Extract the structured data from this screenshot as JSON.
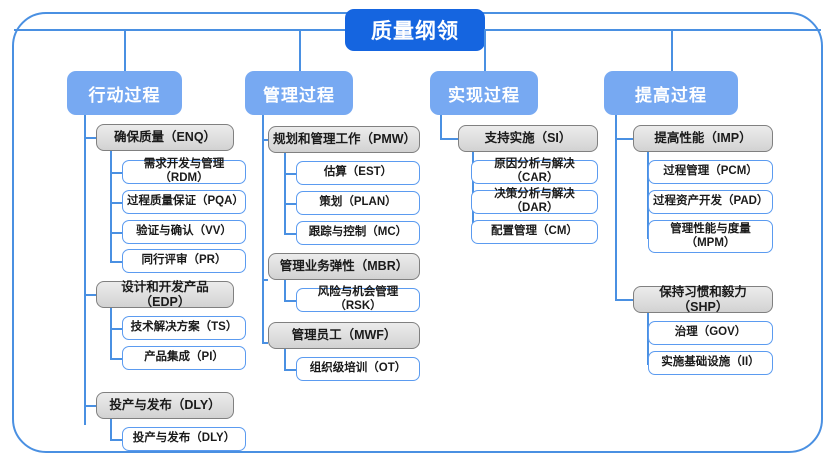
{
  "diagram": {
    "root": {
      "label": "质量纲领"
    },
    "colors": {
      "frame_border": "#4a90e2",
      "root_badge": "#1565e0",
      "column_header": "#77a9f2",
      "parent_fill": "#d2d2d2",
      "parent_border": "#808080",
      "child_border": "#5b9bf0",
      "connector": "#4a90e2",
      "background": "#ffffff"
    },
    "columns": [
      {
        "header": "行动过程",
        "groups": [
          {
            "label": "确保质量（ENQ）",
            "children": [
              "需求开发与管理（RDM）",
              "过程质量保证（PQA）",
              "验证与确认（VV）",
              "同行评审（PR）"
            ]
          },
          {
            "label": "设计和开发产品（EDP）",
            "children": [
              "技术解决方案（TS）",
              "产品集成（PI）"
            ]
          },
          {
            "label": "投产与发布（DLY）",
            "children": [
              "投产与发布（DLY）"
            ]
          }
        ]
      },
      {
        "header": "管理过程",
        "groups": [
          {
            "label": "规划和管理工作（PMW）",
            "children": [
              "估算（EST）",
              "策划（PLAN）",
              "跟踪与控制（MC）"
            ]
          },
          {
            "label": "管理业务弹性（MBR）",
            "children": [
              "风险与机会管理（RSK）"
            ]
          },
          {
            "label": "管理员工（MWF）",
            "children": [
              "组织级培训（OT）"
            ]
          }
        ]
      },
      {
        "header": "实现过程",
        "groups": [
          {
            "label": "支持实施（SI）",
            "children": [
              "原因分析与解决（CAR）",
              "决策分析与解决（DAR）",
              "配置管理（CM）"
            ]
          }
        ]
      },
      {
        "header": "提高过程",
        "groups": [
          {
            "label": "提高性能（IMP）",
            "children": [
              "过程管理（PCM）",
              "过程资产开发（PAD）",
              "管理性能与度量\n（MPM）"
            ]
          },
          {
            "label": "保持习惯和毅力（SHP）",
            "children": [
              "治理（GOV）",
              "实施基础设施（II）"
            ]
          }
        ]
      }
    ]
  }
}
